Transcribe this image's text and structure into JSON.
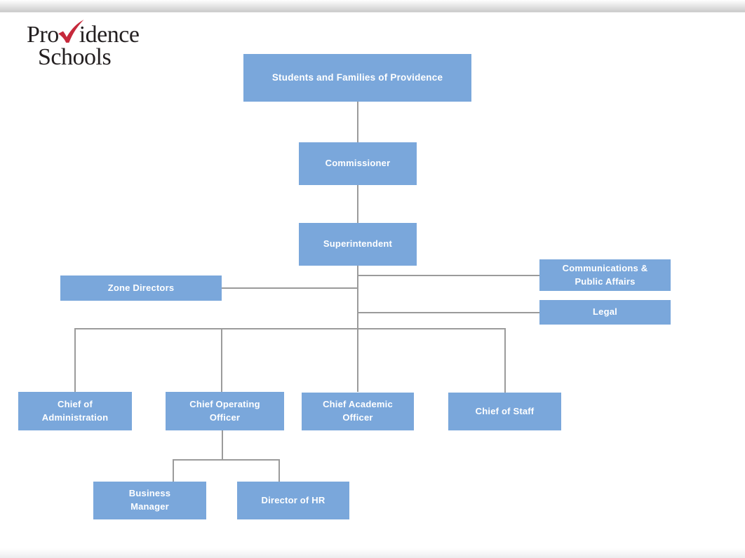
{
  "document_title": "Providence Schools organizational chart",
  "logo": {
    "word1_pre": "Pro",
    "word1_post": "idence",
    "word2": "Schools",
    "check_icon_color": "#c6293b",
    "text_color": "#231f20"
  },
  "colors": {
    "node_fill": "#7aa7db",
    "node_text": "#ffffff",
    "connector_line": "#9b9b9b",
    "page_background": "#ffffff"
  },
  "org_chart": {
    "nodes": {
      "students_families": {
        "label": "Students and Families of Providence"
      },
      "commissioner": {
        "label": "Commissioner"
      },
      "superintendent": {
        "label": "Superintendent"
      },
      "zone_directors": {
        "label": "Zone Directors"
      },
      "communications_public_affairs": {
        "label": "Communications &\nPublic Affairs"
      },
      "legal": {
        "label": "Legal"
      },
      "chief_of_administration": {
        "label": "Chief of\nAdministration"
      },
      "chief_operating_officer": {
        "label": "Chief Operating\nOfficer"
      },
      "chief_academic_officer": {
        "label": "Chief Academic\nOfficer"
      },
      "chief_of_staff": {
        "label": "Chief of Staff"
      },
      "business_manager": {
        "label": "Business\nManager"
      },
      "director_of_hr": {
        "label": "Director of HR"
      }
    },
    "edges": [
      [
        "students_families",
        "commissioner"
      ],
      [
        "commissioner",
        "superintendent"
      ],
      [
        "superintendent",
        "zone_directors"
      ],
      [
        "superintendent",
        "communications_public_affairs"
      ],
      [
        "superintendent",
        "legal"
      ],
      [
        "superintendent",
        "chief_of_administration"
      ],
      [
        "superintendent",
        "chief_operating_officer"
      ],
      [
        "superintendent",
        "chief_academic_officer"
      ],
      [
        "superintendent",
        "chief_of_staff"
      ],
      [
        "chief_operating_officer",
        "business_manager"
      ],
      [
        "chief_operating_officer",
        "director_of_hr"
      ]
    ]
  }
}
